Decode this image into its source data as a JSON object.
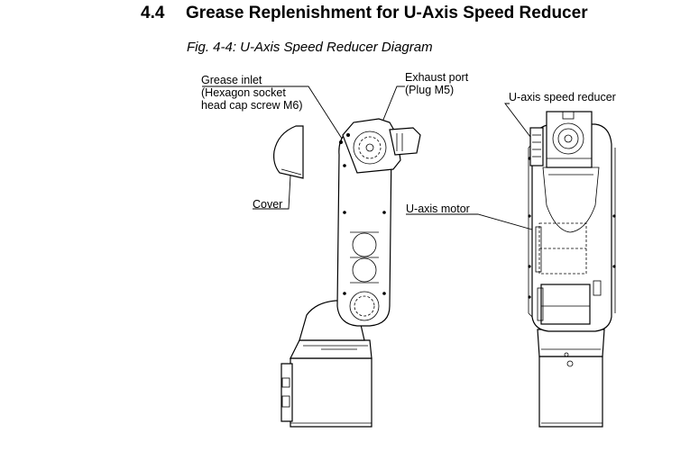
{
  "section": {
    "number": "4.4",
    "title": "Grease Replenishment for U-Axis Speed Reducer"
  },
  "figure": {
    "caption": "Fig. 4-4: U-Axis Speed Reducer Diagram"
  },
  "callouts": {
    "grease_inlet": [
      "Grease inlet",
      "(Hexagon socket",
      "head cap screw M6)"
    ],
    "exhaust_port": [
      "Exhaust port",
      "(Plug M5)"
    ],
    "cover": "Cover",
    "u_axis_speed_reducer": "U-axis speed reducer",
    "u_axis_motor": "U-axis motor"
  }
}
